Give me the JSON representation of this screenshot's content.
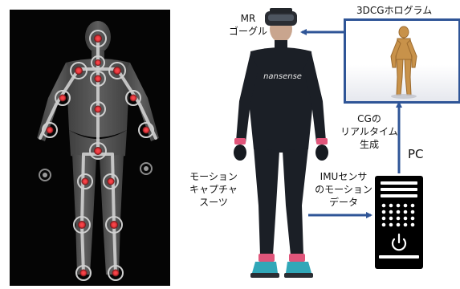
{
  "labels": {
    "mr_goggles_line1": "MR",
    "mr_goggles_line2": "ゴーグル",
    "hologram_title": "3DCGホログラム",
    "cg_line1": "CGの",
    "cg_line2": "リアルタイム",
    "cg_line3": "生成",
    "pc_label": "PC",
    "mocap_line1": "モーション",
    "mocap_line2": "キャプチャ",
    "mocap_line3": "スーツ",
    "imu_line1": "IMUセンサ",
    "imu_line2": "のモーション",
    "imu_line3": "データ"
  },
  "suit_logo": "nansense",
  "colors": {
    "arrow": "#2f5597",
    "skeleton_panel": "#050505",
    "sensor": "#e8383d",
    "suit": "#1b1f26"
  },
  "icons": {
    "pc": "pc-tower-icon",
    "power": "power-icon"
  }
}
